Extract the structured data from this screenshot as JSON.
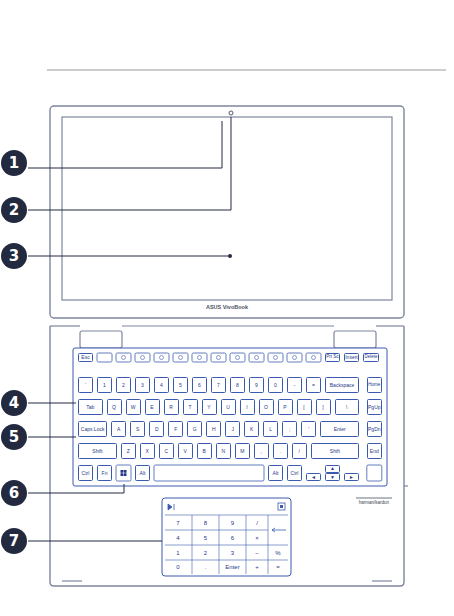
{
  "diagram": {
    "nodes": [
      {
        "text": [
          "Esc"
        ]
      },
      {
        "text": [
          "Prt Sc"
        ]
      },
      {
        "text": [
          "Insert"
        ]
      },
      {
        "text": [
          "Delete"
        ]
      },
      {
        "text": [
          "`"
        ]
      },
      {
        "text": [
          "1"
        ]
      },
      {
        "text": [
          "2"
        ]
      },
      {
        "text": [
          "3"
        ]
      },
      {
        "text": [
          "4"
        ]
      },
      {
        "text": [
          "5"
        ]
      },
      {
        "text": [
          "6"
        ]
      },
      {
        "text": [
          "7"
        ]
      },
      {
        "text": [
          "8"
        ]
      },
      {
        "text": [
          "9"
        ]
      },
      {
        "text": [
          "0"
        ]
      },
      {
        "text": [
          "-"
        ]
      },
      {
        "text": [
          "="
        ]
      },
      {
        "text": [
          "Backspace"
        ]
      },
      {
        "text": [
          "Home"
        ]
      },
      {
        "text": [
          "Tab"
        ]
      },
      {
        "text": [
          "Q"
        ]
      },
      {
        "text": [
          "W"
        ]
      },
      {
        "text": [
          "E"
        ]
      },
      {
        "text": [
          "R"
        ]
      },
      {
        "text": [
          "T"
        ]
      },
      {
        "text": [
          "Y"
        ]
      },
      {
        "text": [
          "U"
        ]
      },
      {
        "text": [
          "I"
        ]
      },
      {
        "text": [
          "O"
        ]
      },
      {
        "text": [
          "P"
        ]
      },
      {
        "text": [
          "["
        ]
      },
      {
        "text": [
          "]"
        ]
      },
      {
        "text": [
          "\\"
        ]
      },
      {
        "text": [
          "PgUp"
        ]
      },
      {
        "text": [
          "Caps Lock"
        ]
      },
      {
        "text": [
          "A"
        ]
      },
      {
        "text": [
          "S"
        ]
      },
      {
        "text": [
          "D"
        ]
      },
      {
        "text": [
          "F"
        ]
      },
      {
        "text": [
          "G"
        ]
      },
      {
        "text": [
          "H"
        ]
      },
      {
        "text": [
          "J"
        ]
      },
      {
        "text": [
          "K"
        ]
      },
      {
        "text": [
          "L"
        ]
      },
      {
        "text": [
          ";"
        ]
      },
      {
        "text": [
          "'"
        ]
      },
      {
        "text": [
          "Enter"
        ]
      },
      {
        "text": [
          "PgDn"
        ]
      },
      {
        "text": [
          "Shift"
        ]
      },
      {
        "text": [
          "Z"
        ]
      },
      {
        "text": [
          "X"
        ]
      },
      {
        "text": [
          "C"
        ]
      },
      {
        "text": [
          "V"
        ]
      },
      {
        "text": [
          "B"
        ]
      },
      {
        "text": [
          "N"
        ]
      },
      {
        "text": [
          "M"
        ]
      },
      {
        "text": [
          ","
        ]
      },
      {
        "text": [
          "."
        ]
      },
      {
        "text": [
          "/"
        ]
      },
      {
        "text": [
          "Shift"
        ]
      },
      {
        "text": [
          "End"
        ]
      },
      {
        "text": [
          "Ctrl"
        ]
      },
      {
        "text": [
          "Fn"
        ]
      },
      {
        "text": [
          "Alt"
        ]
      },
      {
        "text": [
          "Alt"
        ]
      },
      {
        "text": [
          "Ctrl"
        ]
      },
      {
        "text": [
          "◄"
        ]
      },
      {
        "text": [
          "▲"
        ]
      },
      {
        "text": [
          "▼"
        ]
      },
      {
        "text": [
          "►"
        ]
      }
    ],
    "labels": [
      "1",
      "2",
      "3",
      "4",
      "5",
      "6",
      "7",
      "ASUS VivoBook",
      "harman/kardon",
      "7",
      "8",
      "9",
      "/",
      "4",
      "5",
      "6",
      "×",
      "1",
      "2",
      "3",
      "−",
      "%",
      "0",
      ".",
      "Enter",
      "+",
      "="
    ]
  }
}
